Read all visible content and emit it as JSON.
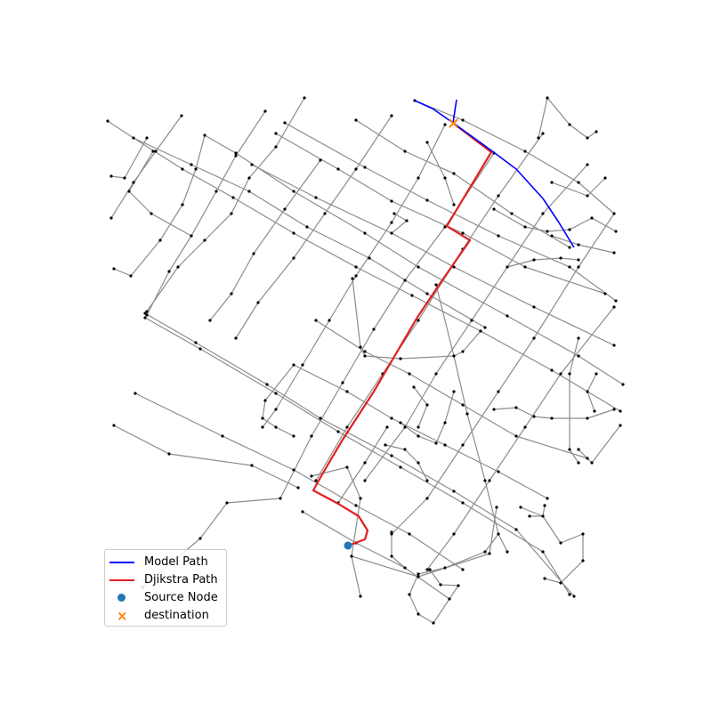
{
  "map": {
    "colors": {
      "edge": "#8c8c8c",
      "node": "#000000",
      "model_path": "#0000ff",
      "djikstra_path": "#e02020",
      "source": "#1f77b4",
      "destination": "#ff7f0e"
    }
  },
  "legend": {
    "model_path": "Model Path",
    "djikstra_path": "Djikstra Path",
    "source_node": "Source Node",
    "destination": "destination"
  }
}
